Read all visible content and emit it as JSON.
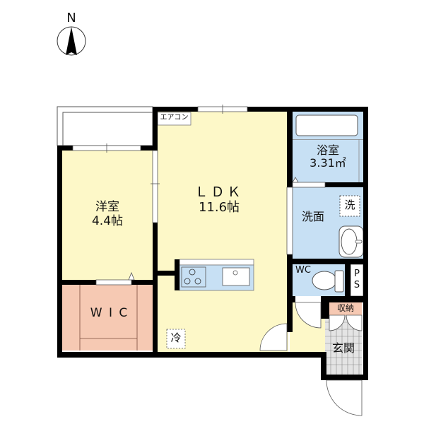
{
  "compass": {
    "label": "N"
  },
  "colors": {
    "wall": "#000000",
    "living": "#fdf8c8",
    "wet": "#c7e0f4",
    "closet": "#f6c9b3",
    "entrance": "#e4e4e4",
    "storage_label": "#f6c9b3"
  },
  "rooms": {
    "western_room": {
      "name": "洋室",
      "size": "4.4帖"
    },
    "ldk": {
      "name": "ＬＤＫ",
      "size": "11.6帖"
    },
    "bathroom": {
      "name": "浴室",
      "size": "3.31㎡"
    },
    "washroom": {
      "name": "洗面"
    },
    "washer": {
      "label": "洗"
    },
    "wc": {
      "label": "WC"
    },
    "ps": {
      "label_p": "P",
      "label_s": "S"
    },
    "wic": {
      "label": "W I C"
    },
    "storage": {
      "label": "収納"
    },
    "entrance": {
      "label": "玄関"
    }
  },
  "fixtures": {
    "aircon": {
      "label": "エアコン"
    },
    "fridge": {
      "label": "冷"
    }
  }
}
